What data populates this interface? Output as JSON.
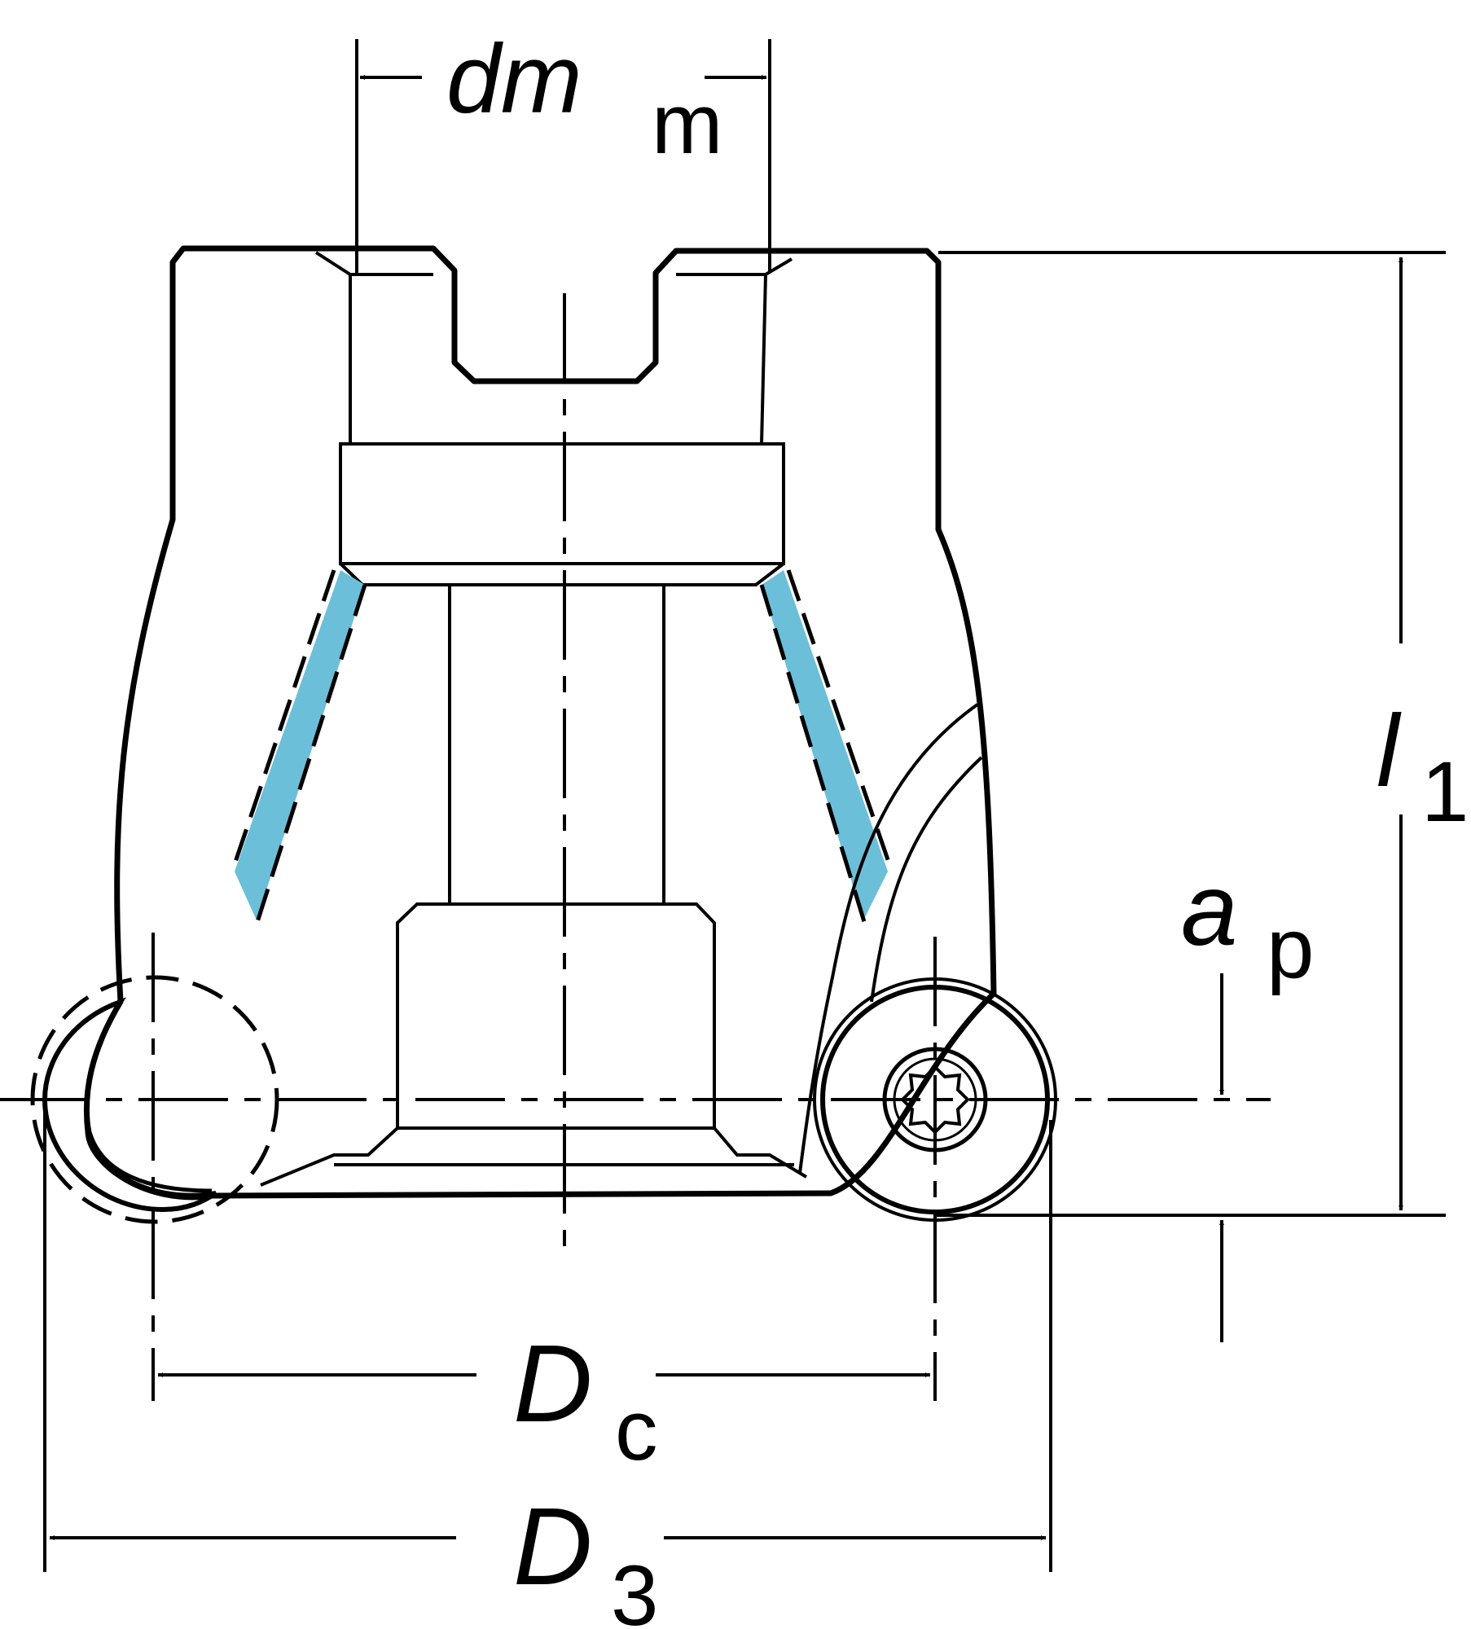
{
  "colors": {
    "body": "#aebbc1",
    "insert": "#ffce00",
    "coolant": "#6cbfd9",
    "ink": "#000000",
    "background": "#ffffff"
  },
  "labels": {
    "dmm": {
      "main": "dm",
      "sub": "m"
    },
    "l1": {
      "main": "l",
      "sub": "1"
    },
    "ap": {
      "main": "a",
      "sub": "p"
    },
    "dc": {
      "main": "D",
      "sub": "c"
    },
    "d3": {
      "main": "D",
      "sub": "3"
    }
  },
  "icons": {
    "screw": "torx-screw-icon"
  }
}
